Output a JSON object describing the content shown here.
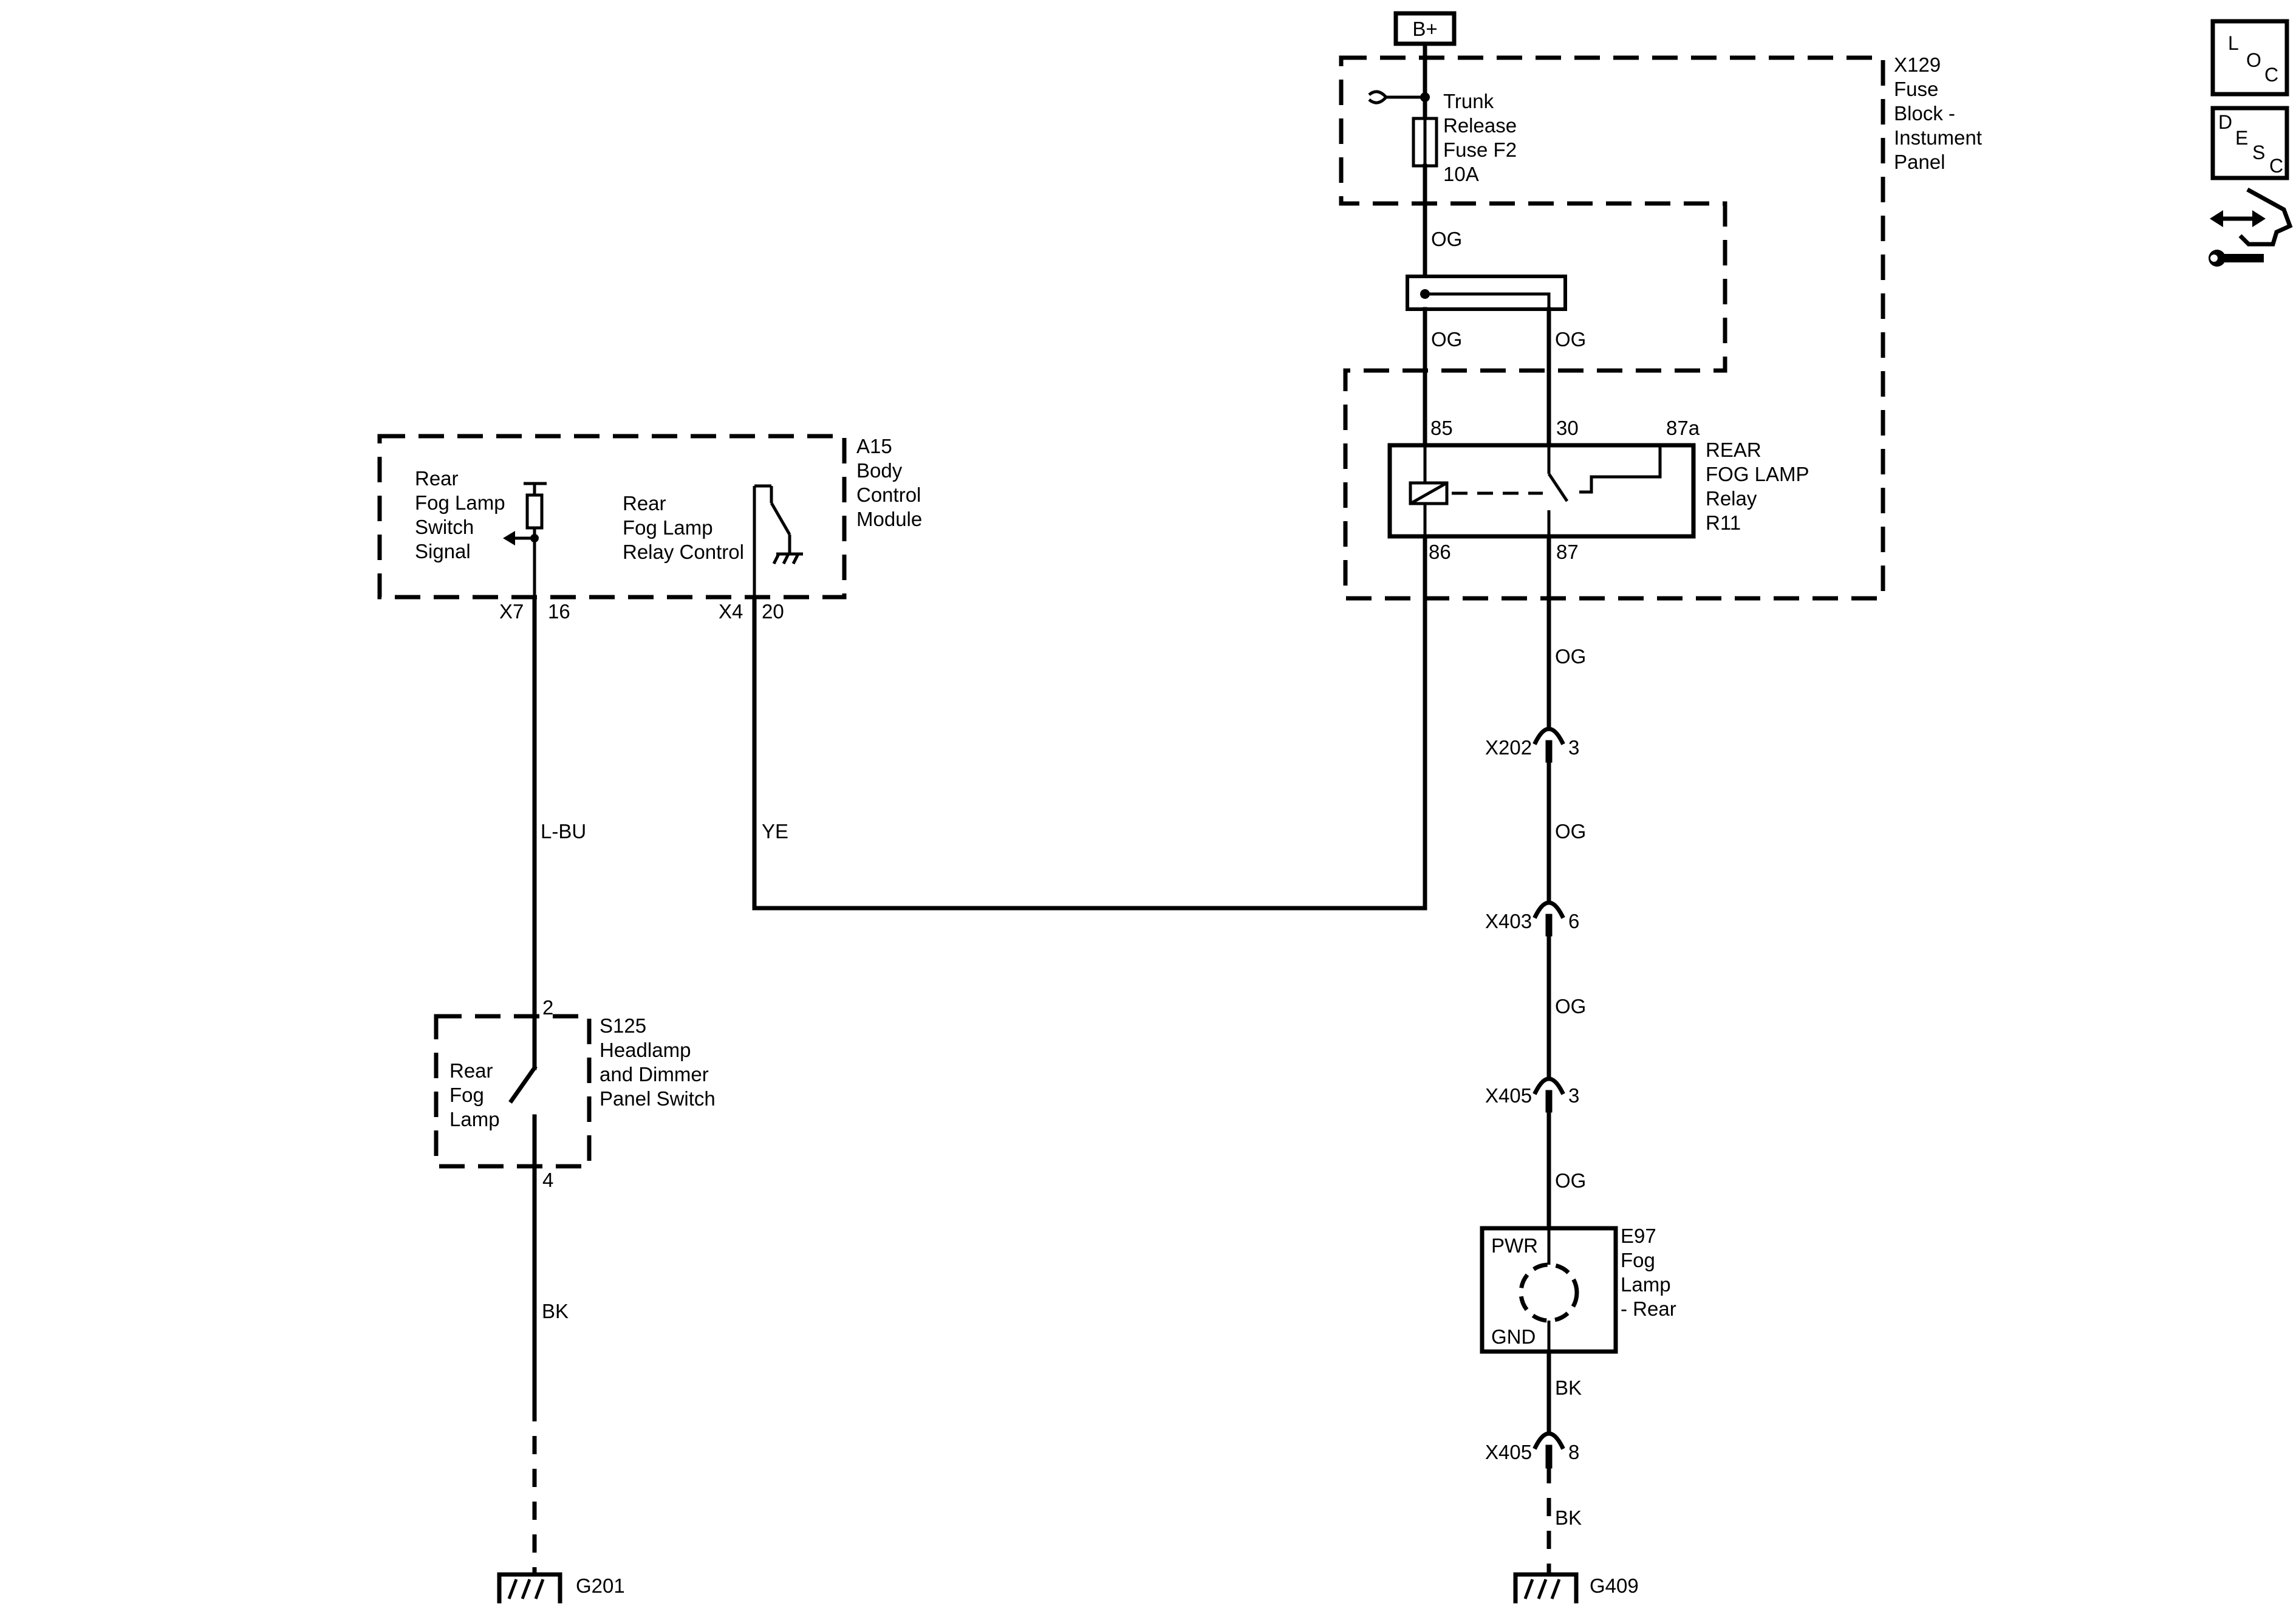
{
  "supply": {
    "bplus": "B+"
  },
  "fuse_block": {
    "label": [
      "X129",
      "Fuse",
      "Block -",
      "Instument",
      "Panel"
    ],
    "fuse_label": [
      "Trunk",
      "Release",
      "Fuse F2",
      "10A"
    ]
  },
  "relay": {
    "label": [
      "REAR",
      "FOG LAMP",
      "Relay",
      "R11"
    ],
    "pins": {
      "p85": "85",
      "p30": "30",
      "p87a": "87a",
      "p86": "86",
      "p87": "87"
    }
  },
  "bcm": {
    "label": [
      "A15",
      "Body",
      "Control",
      "Module"
    ],
    "switch_signal": [
      "Rear",
      "Fog Lamp",
      "Switch",
      "Signal"
    ],
    "relay_control": [
      "Rear",
      "Fog Lamp",
      "Relay Control"
    ],
    "conn_left": {
      "conn": "X7",
      "pin": "16"
    },
    "conn_right": {
      "conn": "X4",
      "pin": "20"
    }
  },
  "headlamp_switch": {
    "label": [
      "S125",
      "Headlamp",
      "and Dimmer",
      "Panel Switch"
    ],
    "inner": [
      "Rear",
      "Fog",
      "Lamp"
    ],
    "pin_top": "2",
    "pin_bottom": "4"
  },
  "fog_lamp": {
    "label": [
      "E97",
      "Fog",
      "Lamp",
      "- Rear"
    ],
    "pwr": "PWR",
    "gnd": "GND"
  },
  "connectors": {
    "x202": {
      "name": "X202",
      "pin": "3"
    },
    "x403": {
      "name": "X403",
      "pin": "6"
    },
    "x405a": {
      "name": "X405",
      "pin": "3"
    },
    "x405b": {
      "name": "X405",
      "pin": "8"
    }
  },
  "wire_colors": {
    "og1": "OG",
    "og2": "OG",
    "og3": "OG",
    "og4": "OG",
    "og5": "OG",
    "og6": "OG",
    "og7": "OG",
    "lbu": "L-BU",
    "ye": "YE",
    "bk1": "BK",
    "bk2": "BK",
    "bk3": "BK"
  },
  "grounds": {
    "g201": "G201",
    "g409": "G409"
  },
  "icons": {
    "loc": [
      "L",
      "O",
      "C"
    ],
    "desc": [
      "D",
      "E",
      "S",
      "C"
    ],
    "nav": "connector-navigation-icon"
  }
}
